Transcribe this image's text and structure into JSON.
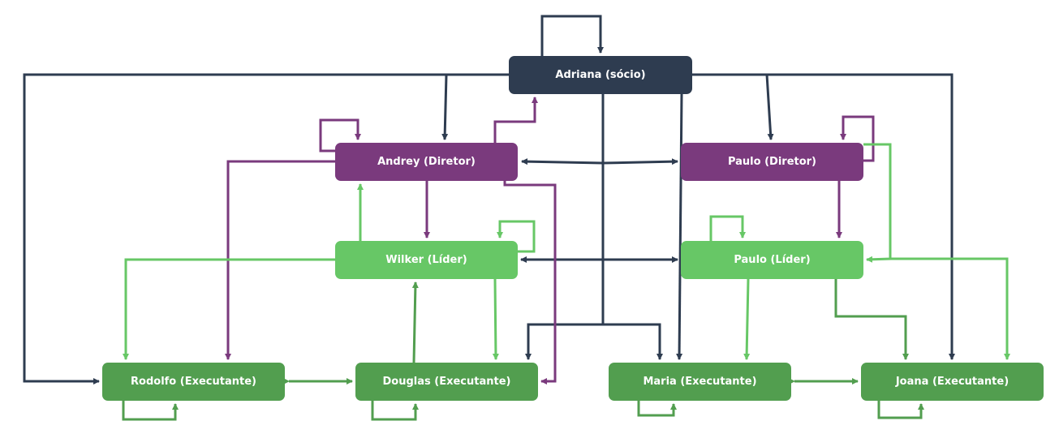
{
  "colors": {
    "socio": "#2e3c50",
    "diretor": "#7a3a7d",
    "lider": "#67c766",
    "executante": "#529e4f"
  },
  "nodes": {
    "socio": "Adriana (sócio)",
    "diretor_andrey": "Andrey (Diretor)",
    "diretor_paulo": "Paulo (Diretor)",
    "lider_wilker": "Wilker (Líder)",
    "lider_paulo": "Paulo (Líder)",
    "exec_rodolfo": "Rodolfo (Executante)",
    "exec_douglas": "Douglas (Executante)",
    "exec_maria": "Maria (Executante)",
    "exec_joana": "Joana (Executante)"
  }
}
